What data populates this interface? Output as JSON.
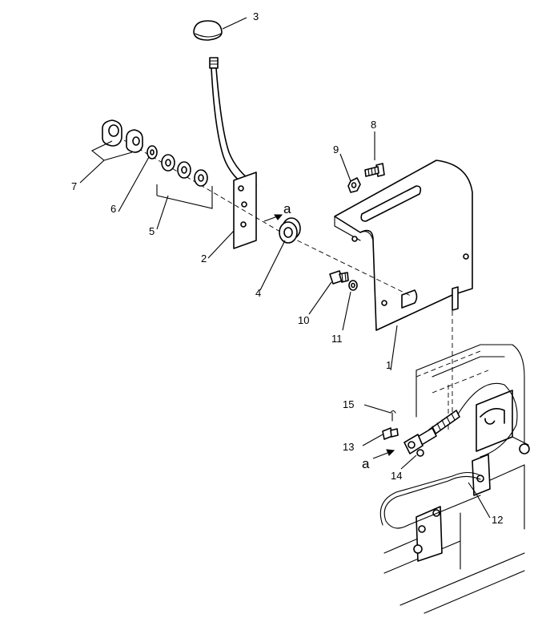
{
  "callouts": {
    "c1": "1",
    "c2": "2",
    "c3": "3",
    "c4": "4",
    "c5": "5",
    "c6": "6",
    "c7": "7",
    "c8": "8",
    "c9": "9",
    "c10": "10",
    "c11": "11",
    "c12": "12",
    "c13": "13",
    "c14": "14",
    "c15": "15"
  },
  "reference_marks": {
    "upper": "a",
    "lower": "a"
  }
}
